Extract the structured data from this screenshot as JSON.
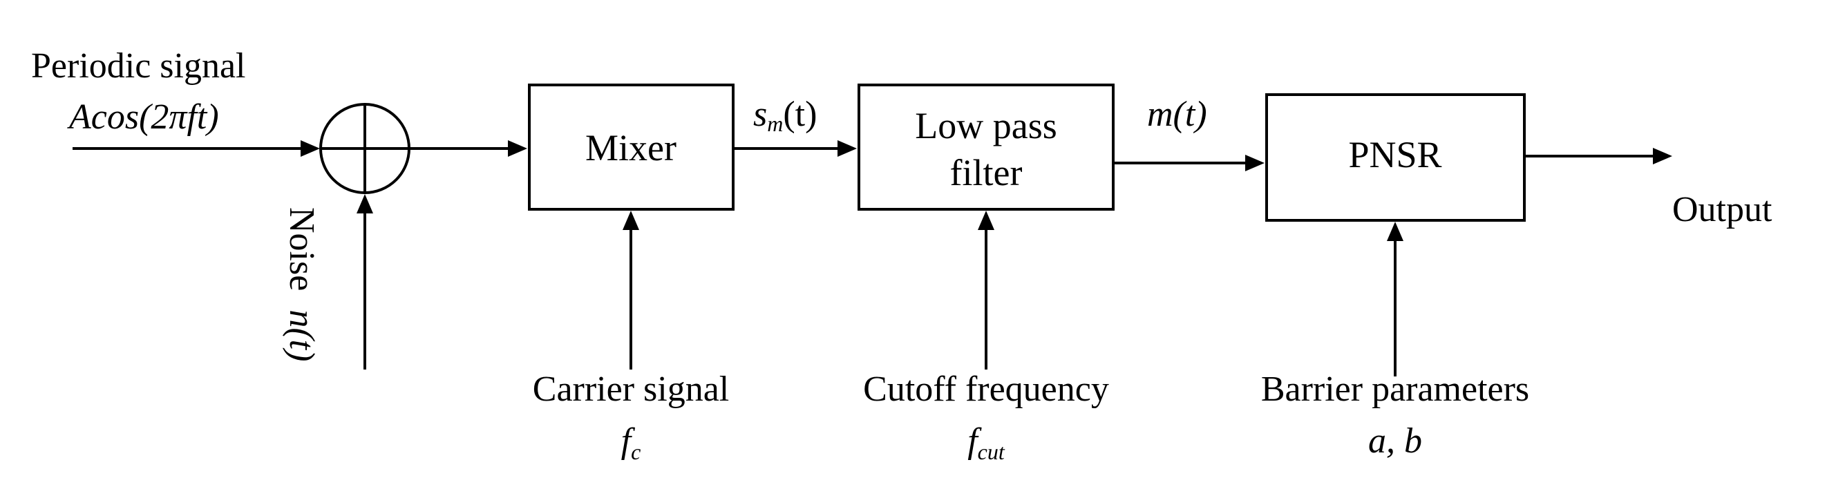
{
  "input": {
    "label": "Periodic signal",
    "expression": "Acos(2πft)"
  },
  "noise": {
    "label": "Noise",
    "symbol": "n(t)"
  },
  "blocks": {
    "mixer": "Mixer",
    "lpf_line1": "Low pass",
    "lpf_line2": "filter",
    "pnsr": "PNSR"
  },
  "signals": {
    "sm": "s",
    "sm_sub": "m",
    "sm_arg": "(t)",
    "m": "m(t)"
  },
  "controls": {
    "carrier_label": "Carrier signal",
    "carrier_symbol": "f",
    "carrier_sub": "c",
    "cutoff_label": "Cutoff frequency",
    "cutoff_symbol": "f",
    "cutoff_sub": "cut",
    "barrier_label": "Barrier parameters",
    "barrier_symbol": "a, b"
  },
  "output": {
    "label": "Output"
  }
}
